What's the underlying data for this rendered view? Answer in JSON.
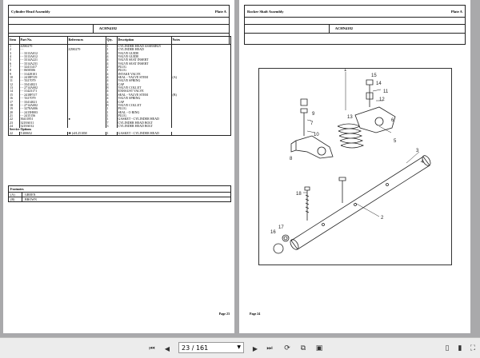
{
  "left_page": {
    "title": "Cylinder Head Assembly",
    "plate": "Plate A",
    "code": "ACHN4182",
    "columns": [
      "Item",
      "Part No.",
      "References",
      "Qty.",
      "Description",
      "Notes"
    ],
    "rows": [
      {
        "item": "1",
        "part": "ZZ80279",
        "ref": "",
        "qty": "1",
        "desc": "CYLINDER HEAD ASSEMBLY",
        "note": ""
      },
      {
        "item": "2",
        "part": "- -",
        "ref": "ZZ80279",
        "qty": "1",
        "desc": "CYLINDER HEAD",
        "note": ""
      },
      {
        "item": "3",
        "part": "- - 3313A012",
        "ref": "",
        "qty": "4",
        "desc": "VALVE GUIDE",
        "note": ""
      },
      {
        "item": "4",
        "part": "- - 3313A012",
        "ref": "",
        "qty": "4",
        "desc": "VALVE GUIDE",
        "note": ""
      },
      {
        "item": "5",
        "part": "- - 3314A221",
        "ref": "",
        "qty": "4",
        "desc": "VALVE SEAT INSERT",
        "note": ""
      },
      {
        "item": "6",
        "part": "- - 3314A231",
        "ref": "",
        "qty": "4",
        "desc": "VALVE SEAT INSERT",
        "note": ""
      },
      {
        "item": "7",
        "part": "- - 32411417",
        "ref": "",
        "qty": "2",
        "desc": "PLUG",
        "note": ""
      },
      {
        "item": "8",
        "part": "- - 0650506",
        "ref": "",
        "qty": "1",
        "desc": "PLUG",
        "note": ""
      },
      {
        "item": "9",
        "part": "- - 31428101",
        "ref": "",
        "qty": "4",
        "desc": "INTAKE VALVE",
        "note": ""
      },
      {
        "item": "10",
        "part": "- - 2418F519",
        "ref": "",
        "qty": "4",
        "desc": "SEAL - VALVE STEM",
        "note": "(A)"
      },
      {
        "item": "11",
        "part": "- - T417079",
        "ref": "",
        "qty": "4",
        "desc": "VALVE SPRING",
        "note": ""
      },
      {
        "item": "12",
        "part": "- - 33414021",
        "ref": "",
        "qty": "4",
        "desc": "CAP",
        "note": ""
      },
      {
        "item": "13",
        "part": "- - 2714A002",
        "ref": "",
        "qty": "8",
        "desc": "VALVE COLLET",
        "note": ""
      },
      {
        "item": "14",
        "part": "- - 31423171",
        "ref": "",
        "qty": "4",
        "desc": "EXHAUST VALVE",
        "note": ""
      },
      {
        "item": "15",
        "part": "- - 2418F517",
        "ref": "",
        "qty": "4",
        "desc": "SEAL - VALVE STEM",
        "note": "(B)"
      },
      {
        "item": "16",
        "part": "- - T417079",
        "ref": "",
        "qty": "4",
        "desc": "VALVE SPRING",
        "note": ""
      },
      {
        "item": "17",
        "part": "- - 33414021",
        "ref": "",
        "qty": "4",
        "desc": "CAP",
        "note": ""
      },
      {
        "item": "18",
        "part": "- - 2714A002",
        "ref": "",
        "qty": "8",
        "desc": "VALVE COLLET",
        "note": ""
      },
      {
        "item": "19",
        "part": "- - 3278A006",
        "ref": "",
        "qty": "1",
        "desc": "PLUG",
        "note": ""
      },
      {
        "item": "20",
        "part": "- - 2415H003",
        "ref": "",
        "qty": "1",
        "desc": "SEAL - O RING",
        "note": ""
      },
      {
        "item": "21",
        "part": "- - 2415156",
        "ref": "",
        "qty": "1",
        "desc": "PLUG",
        "note": ""
      },
      {
        "item": "22",
        "part": "36411851",
        "ref": "●",
        "qty": "1",
        "desc": "GASKET - CYLINDER HEAD",
        "note": ""
      },
      {
        "item": "23",
        "part": "3218A011",
        "ref": "",
        "qty": "7",
        "desc": "CYLINDER HEAD BOLT",
        "note": ""
      },
      {
        "item": "24",
        "part": "3218A012",
        "ref": "",
        "qty": "3",
        "desc": "CYLINDER HEAD BOLT",
        "note": ""
      }
    ],
    "service_options_label": "Service Options",
    "service_rows": [
      {
        "item": "22",
        "part": "T400652",
        "ref": "✚ (vH.2510M",
        "qty": "1",
        "desc": "GASKET - CYLINDER HEAD",
        "note": ""
      }
    ],
    "footnotes_title": "Footnotes",
    "footnotes": [
      {
        "key": "(A)",
        "text": "GREEN"
      },
      {
        "key": "(B)",
        "text": "BROWN"
      }
    ],
    "page_label": "Page 23"
  },
  "right_page": {
    "title": "Rocker Shaft Assembly",
    "plate": "Plate A",
    "code": "ACHN4182",
    "callouts": [
      "1",
      "2",
      "3",
      "4",
      "5",
      "6",
      "7",
      "8",
      "9",
      "10",
      "11",
      "12",
      "13",
      "14",
      "15",
      "16",
      "17",
      "18"
    ],
    "page_label": "Page 24"
  },
  "toolbar": {
    "page_value": "23 / 161",
    "icons": [
      "first-page-icon",
      "prev-page-icon",
      "next-page-icon",
      "last-page-icon",
      "rotate-icon",
      "copy-icon",
      "page-view-icon",
      "single-page-icon",
      "two-page-icon",
      "fullscreen-icon"
    ]
  }
}
